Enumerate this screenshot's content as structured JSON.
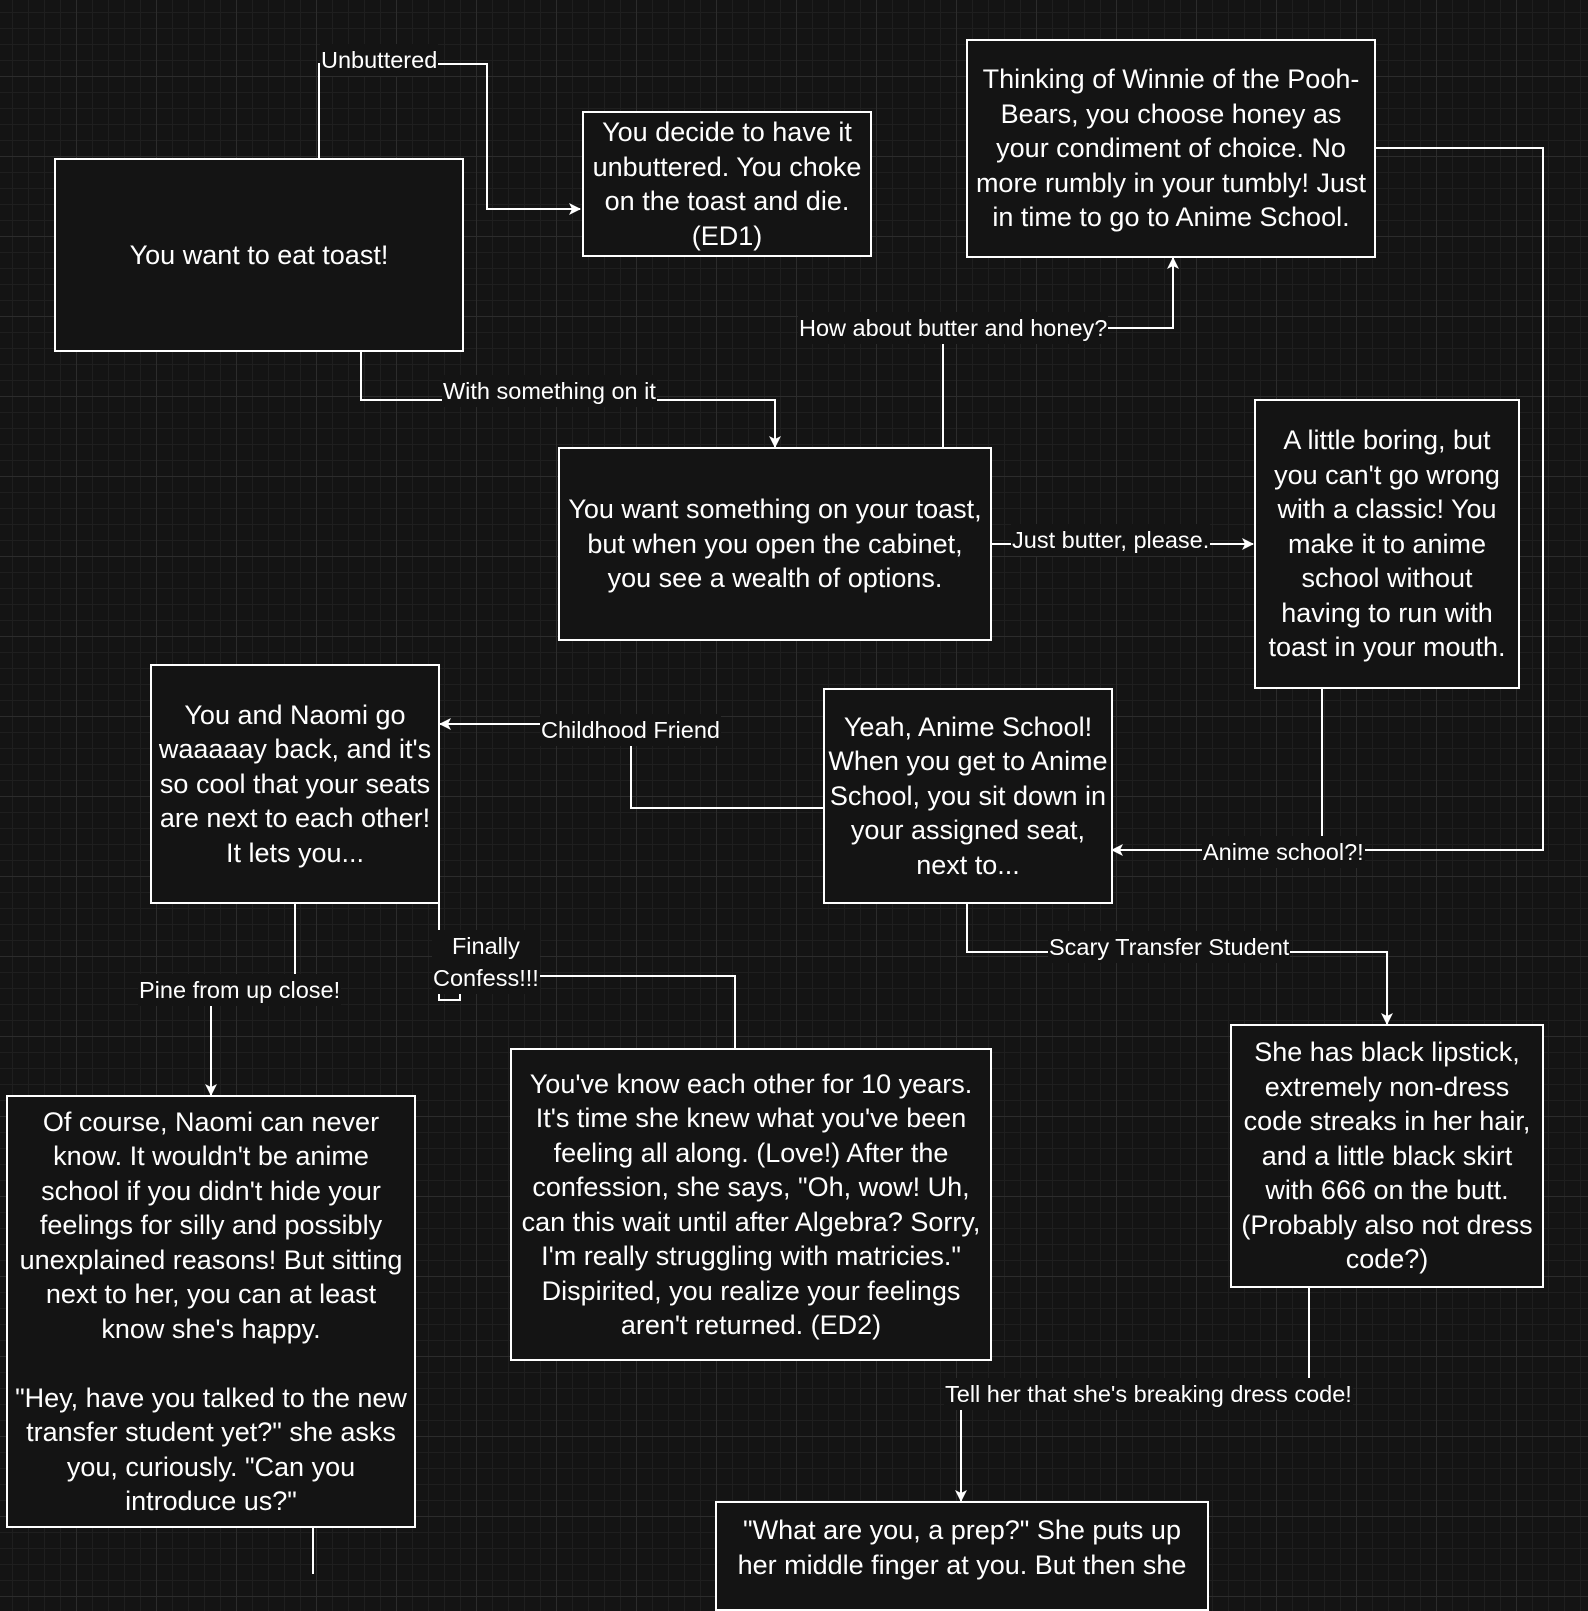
{
  "nodes": {
    "start": "You want to eat toast!",
    "ed1": "You decide to have it unbuttered. You choke on the toast and die. (ED1)",
    "honey": "Thinking of Winnie of the Pooh-Bears, you choose honey as your condiment of choice. No more rumbly in your tumbly! Just in time to go to Anime School.",
    "something": "You want something on your toast, but when you open the cabinet, you see a wealth of options.",
    "butter": "A little boring, but you can't go wrong with a classic! You make it to anime school without having to run with toast in your mouth.",
    "naomi": "You and Naomi go waaaaay back, and it's so cool that your seats are next to each other! It lets you...",
    "school": "Yeah, Anime School! When you get to Anime School, you sit down in your assigned seat, next to...",
    "pine": "Of course, Naomi can never know. It wouldn't be anime school if you didn't hide your feelings for silly and possibly unexplained reasons! But sitting next to her, you can at least know she's happy.\n\n\"Hey, have you talked to the new transfer student yet?\" she asks you, curiously. \"Can you introduce us?\"",
    "ed2": "You've know each other for 10 years. It's time she knew what you've been feeling all along. (Love!) After the confession, she says, \"Oh, wow! Uh, can this wait until after Algebra? Sorry, I'm really struggling with matricies.\" Dispirited, you realize your feelings aren't returned. (ED2)",
    "transfer": "She has black lipstick, extremely non-dress code streaks in her hair, and a little black skirt with 666 on the butt. (Probably also not dress code?)",
    "prep": "\"What are you, a prep?\" She puts up her middle finger at you. But then she"
  },
  "edges": {
    "unbuttered": "Unbuttered",
    "with_something": "With something on it",
    "butter_honey": "How about butter and honey?",
    "just_butter": "Just butter, please.",
    "anime_school": "Anime school?!",
    "childhood_friend": "Childhood Friend",
    "pine": "Pine from up close!",
    "confess": "Finally\nConfess!!!",
    "scary": "Scary Transfer Student",
    "dress_code": "Tell her that she's breaking dress code!"
  }
}
